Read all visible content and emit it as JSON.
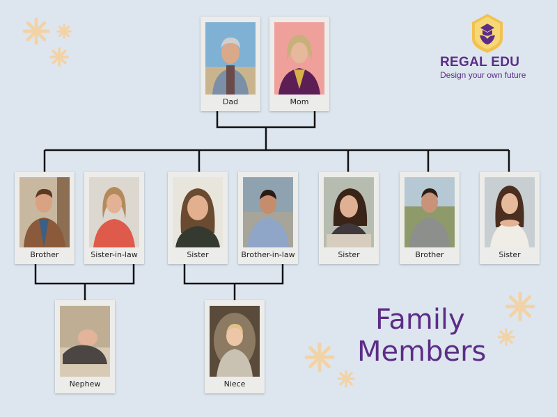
{
  "brand": {
    "name": "REGAL EDU",
    "tagline": "Design your own future",
    "badge_color": "#f2c14e",
    "text_color": "#5c2d86"
  },
  "title": {
    "line1": "Family",
    "line2": "Members"
  },
  "colors": {
    "background": "#dde6ef",
    "connector": "#111111",
    "card": "#ececea",
    "decoration": "#f2d3a8"
  },
  "members": {
    "dad": "Dad",
    "mom": "Mom",
    "brother_1": "Brother",
    "sister_in_law": "Sister-in-law",
    "sister_1": "Sister",
    "brother_in_law": "Brother-in-law",
    "sister_2": "Sister",
    "brother_2": "Brother",
    "sister_3": "Sister",
    "nephew": "Nephew",
    "niece": "Niece"
  }
}
